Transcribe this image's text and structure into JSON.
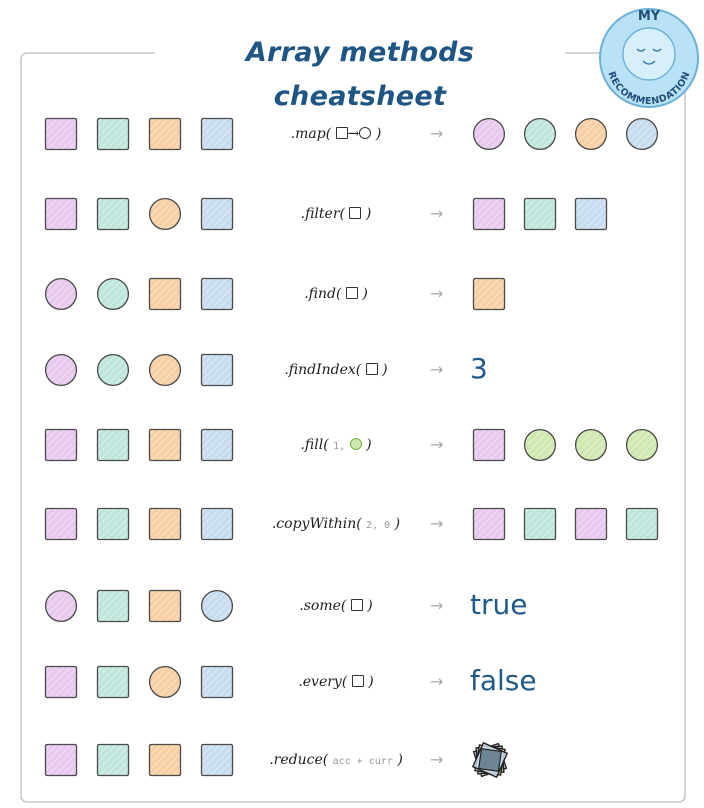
{
  "title": "Array methods cheatsheet",
  "stamp": {
    "top": "MY",
    "bottom": "RECOMMENDATION"
  },
  "colors": {
    "pink": "#e7c8ee",
    "teal": "#bfe6dc",
    "orange": "#f7cfa2",
    "blue": "#c7dcef",
    "green": "#cfe8b0",
    "text_blue": "#1f5584",
    "stamp": "#b9e2f7"
  },
  "rows": [
    {
      "method": ".map(",
      "args": "",
      "result_text": "",
      "inputs": [
        [
          "square",
          "pink"
        ],
        [
          "square",
          "teal"
        ],
        [
          "square",
          "orange"
        ],
        [
          "square",
          "blue"
        ]
      ],
      "outputs": [
        [
          "circle",
          "pink"
        ],
        [
          "circle",
          "teal"
        ],
        [
          "circle",
          "orange"
        ],
        [
          "circle",
          "blue"
        ]
      ]
    },
    {
      "method": ".filter(",
      "args": "",
      "result_text": "",
      "inputs": [
        [
          "square",
          "pink"
        ],
        [
          "square",
          "teal"
        ],
        [
          "circle",
          "orange"
        ],
        [
          "square",
          "blue"
        ]
      ],
      "outputs": [
        [
          "square",
          "pink"
        ],
        [
          "square",
          "teal"
        ],
        [
          "square",
          "blue"
        ]
      ]
    },
    {
      "method": ".find(",
      "args": "",
      "result_text": "",
      "inputs": [
        [
          "circle",
          "pink"
        ],
        [
          "circle",
          "teal"
        ],
        [
          "square",
          "orange"
        ],
        [
          "square",
          "blue"
        ]
      ],
      "outputs": [
        [
          "square",
          "orange"
        ]
      ]
    },
    {
      "method": ".findIndex(",
      "args": "",
      "result_text": "3",
      "inputs": [
        [
          "circle",
          "pink"
        ],
        [
          "circle",
          "teal"
        ],
        [
          "circle",
          "orange"
        ],
        [
          "square",
          "blue"
        ]
      ],
      "outputs": []
    },
    {
      "method": ".fill(",
      "args": "1,",
      "result_text": "",
      "inputs": [
        [
          "square",
          "pink"
        ],
        [
          "square",
          "teal"
        ],
        [
          "square",
          "orange"
        ],
        [
          "square",
          "blue"
        ]
      ],
      "outputs": [
        [
          "square",
          "pink"
        ],
        [
          "circle",
          "green"
        ],
        [
          "circle",
          "green"
        ],
        [
          "circle",
          "green"
        ]
      ]
    },
    {
      "method": ".copyWithin(",
      "args": "2, 0",
      "result_text": "",
      "inputs": [
        [
          "square",
          "pink"
        ],
        [
          "square",
          "teal"
        ],
        [
          "square",
          "orange"
        ],
        [
          "square",
          "blue"
        ]
      ],
      "outputs": [
        [
          "square",
          "pink"
        ],
        [
          "square",
          "teal"
        ],
        [
          "square",
          "pink"
        ],
        [
          "square",
          "teal"
        ]
      ]
    },
    {
      "method": ".some(",
      "args": "",
      "result_text": "true",
      "inputs": [
        [
          "circle",
          "pink"
        ],
        [
          "square",
          "teal"
        ],
        [
          "square",
          "orange"
        ],
        [
          "circle",
          "blue"
        ]
      ],
      "outputs": []
    },
    {
      "method": ".every(",
      "args": "",
      "result_text": "false",
      "inputs": [
        [
          "square",
          "pink"
        ],
        [
          "square",
          "teal"
        ],
        [
          "circle",
          "orange"
        ],
        [
          "square",
          "blue"
        ]
      ],
      "outputs": []
    },
    {
      "method": ".reduce(",
      "args": "acc + curr",
      "result_text": "",
      "inputs": [
        [
          "square",
          "pink"
        ],
        [
          "square",
          "teal"
        ],
        [
          "square",
          "orange"
        ],
        [
          "square",
          "blue"
        ]
      ],
      "outputs": [
        [
          "stack",
          "all"
        ]
      ]
    }
  ]
}
